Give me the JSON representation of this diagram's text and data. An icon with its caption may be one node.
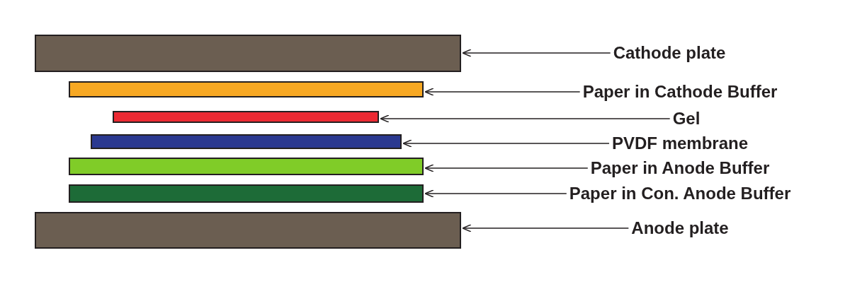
{
  "diagram": {
    "nodes": [
      {
        "text": [],
        "shape": "bar"
      },
      {
        "text": [],
        "shape": "bar"
      },
      {
        "text": [],
        "shape": "bar"
      },
      {
        "text": [],
        "shape": "bar"
      },
      {
        "text": [],
        "shape": "bar"
      },
      {
        "text": [],
        "shape": "bar"
      },
      {
        "text": [],
        "shape": "bar"
      },
      {
        "text": [
          "Cathode plate"
        ]
      },
      {
        "text": [
          "Paper in Cathode Buffer"
        ]
      },
      {
        "text": [
          "Gel"
        ]
      },
      {
        "text": [
          "PVDF membrane"
        ]
      },
      {
        "text": [
          "Paper in Anode Buffer"
        ]
      },
      {
        "text": [
          "Paper in Con. Anode Buffer"
        ]
      },
      {
        "text": [
          "Anode plate"
        ]
      }
    ],
    "edges": [
      {
        "from": 7,
        "to": 0,
        "arrow": "to"
      },
      {
        "from": 8,
        "to": 1,
        "arrow": "to"
      },
      {
        "from": 9,
        "to": 2,
        "arrow": "to"
      },
      {
        "from": 10,
        "to": 3,
        "arrow": "to"
      },
      {
        "from": 11,
        "to": 4,
        "arrow": "to"
      },
      {
        "from": 12,
        "to": 5,
        "arrow": "to"
      },
      {
        "from": 13,
        "to": 6,
        "arrow": "to"
      }
    ]
  }
}
